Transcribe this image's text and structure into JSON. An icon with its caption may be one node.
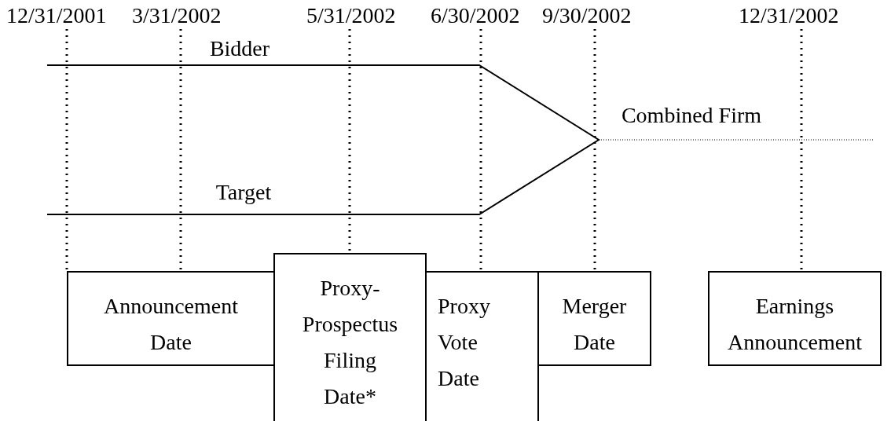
{
  "diagram": {
    "nodes": [
      {
        "text": [
          "12/31/2001"
        ]
      },
      {
        "text": [
          "3/31/2002"
        ]
      },
      {
        "text": [
          "5/31/2002"
        ]
      },
      {
        "text": [
          "6/30/2002"
        ]
      },
      {
        "text": [
          "9/30/2002"
        ]
      },
      {
        "text": [
          "12/31/2002"
        ]
      },
      {
        "text": [
          "Announcement Date"
        ]
      },
      {
        "text": [
          "Proxy-Prospectus Filing Date*"
        ]
      },
      {
        "text": [
          "Proxy Vote Date"
        ]
      },
      {
        "text": [
          "Merger Date"
        ]
      },
      {
        "text": [
          "Earnings Announcement"
        ]
      }
    ],
    "edges": [
      {
        "from": 0,
        "to": 6,
        "arrow": "none",
        "style": "dashed"
      },
      {
        "from": 1,
        "to": 6,
        "arrow": "none",
        "style": "dashed"
      },
      {
        "from": 2,
        "to": 7,
        "arrow": "none",
        "style": "dashed"
      },
      {
        "from": 3,
        "to": 8,
        "arrow": "none",
        "style": "dashed"
      },
      {
        "from": 4,
        "to": 9,
        "arrow": "none",
        "style": "dashed"
      },
      {
        "from": 5,
        "to": 10,
        "arrow": "none",
        "style": "dashed"
      }
    ],
    "labels": [
      "Bidder",
      "Target",
      "Combined Firm"
    ]
  }
}
